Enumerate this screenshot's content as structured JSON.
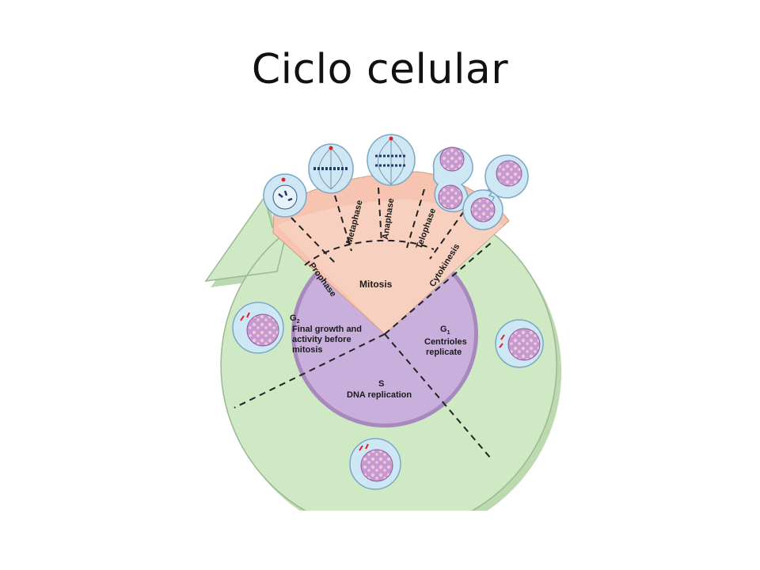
{
  "slide": {
    "title": "Ciclo celular"
  },
  "diagram": {
    "phases": {
      "mitosis": "Mitosis",
      "g2_label": "G",
      "g2_sub": "2",
      "g2_desc": [
        "Final growth and",
        "activity before",
        "mitosis"
      ],
      "g1_label": "G",
      "g1_sub": "1",
      "g1_desc": [
        "Centrioles",
        "replicate"
      ],
      "s_label": "S",
      "s_desc": "DNA replication"
    },
    "mitosis_stages": {
      "prophase": "Prophase",
      "metaphase": "Metaphase",
      "anaphase": "Anaphase",
      "telophase": "Telophase",
      "cytokinesis": "Cytokinesis"
    },
    "colors": {
      "ring": "#cfe9c4",
      "ring_edge": "#7f9e78",
      "interphase": "#c9b0dc",
      "mitosis": "#f6c4b0",
      "cell_fill": "#cde7f5",
      "nucleus": "#c59ad0"
    }
  }
}
